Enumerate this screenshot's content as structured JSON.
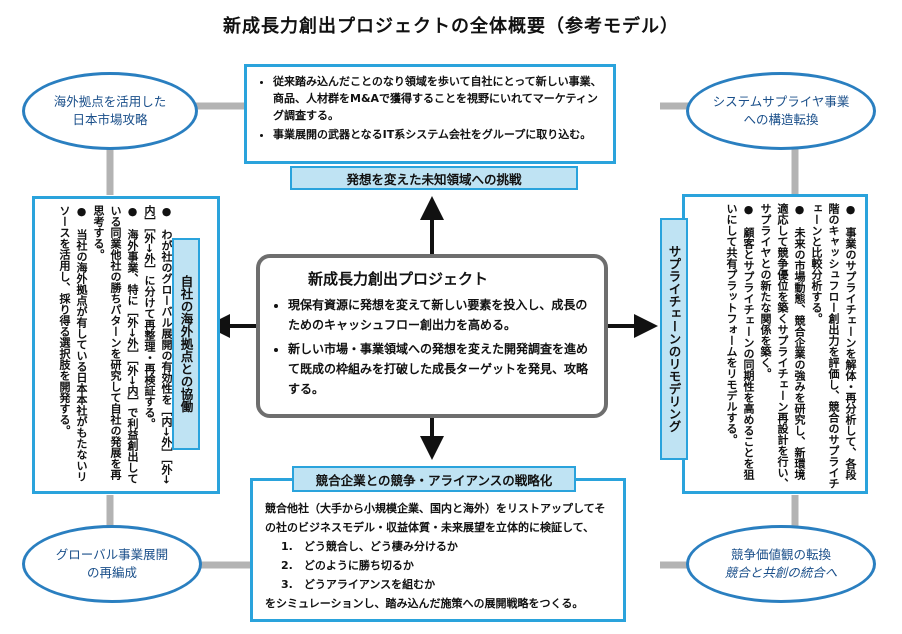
{
  "title": "新成長力創出プロジェクトの全体概要（参考モデル）",
  "center": {
    "heading": "新成長力創出プロジェクト",
    "bullets": [
      "現保有資源に発想を変えて新しい要素を投入し、成長のためのキャッシュフロー創出力を高める。",
      "新しい市場・事業領域への発想を変えた開発調査を進めて既成の枠組みを打破した成長ターゲットを発見、攻略する。"
    ]
  },
  "top": {
    "label": "発想を変えた未知領域への挑戦",
    "bullets": [
      "従来踏み込んだことのなり領域を歩いて自社にとって新しい事業、商品、人材群をM&Aで獲得することを視野にいれてマーケティング調査する。",
      "事業展開の武器となるIT系システム会社をグループに取り込む。"
    ]
  },
  "left": {
    "label": "自社の海外拠点との協働",
    "bullets": [
      "わが社のグローバル展開の有効性を［内→外］［外→内］［外→外］に分けて再整理・再検証する。",
      "海外事業、特に［外→外］［外→内］で利益創出している同業他社の勝ちパターンを研究して自社の発展を再思考する。",
      "当社の海外拠点が有している日本本社がもたないリソースを活用し、採り得る選択肢を開発する。"
    ]
  },
  "right": {
    "label": "サプライチェーンのリモデリング",
    "bullets": [
      "事業のサプライチェーンを解体・再分析して、各段階のキャッシュフロー創出力を評価し、競合のサプライチェーンと比較分析する。",
      "未来の市場動態、競合企業の強みを研究し、新環境適応して競争優位を築くサプライチェーン再設計を行い、サプライヤとの新たな関係を築く。",
      "顧客とサプライチェーンの同期性を高めることを狙いにして共有プラットフォームをリモデルする。"
    ]
  },
  "bottom": {
    "label": "競合企業との競争・アライアンスの戦略化",
    "intro": "競合他社（大手から小規模企業、国内と海外）をリストアップしてその社のビジネスモデル・収益体質・未来展望を立体的に検証して、",
    "items": [
      "1.　どう競合し、どう棲み分けるか",
      "2.　どのように勝ち切るか",
      "3.　どうアライアンスを組むか"
    ],
    "outro": "をシミュレーションし、踏み込んだ施策への展開戦略をつくる。"
  },
  "ovals": {
    "top_left": [
      "海外拠点を活用した",
      "日本市場攻略"
    ],
    "top_right": [
      "システムサプライヤ事業",
      "への構造転換"
    ],
    "bottom_left": [
      "グローバル事業展開",
      "の再編成"
    ],
    "bottom_right": [
      "競争価値観の転換",
      "競合と共創の統合へ"
    ]
  },
  "colors": {
    "accent": "#2aa3dc",
    "label_fill": "#bfe3f3",
    "oval_border": "#2a7fc0",
    "oval_text": "#1a4f8a",
    "connector": "#b3b3b3",
    "center_border": "#6e6e6e"
  }
}
